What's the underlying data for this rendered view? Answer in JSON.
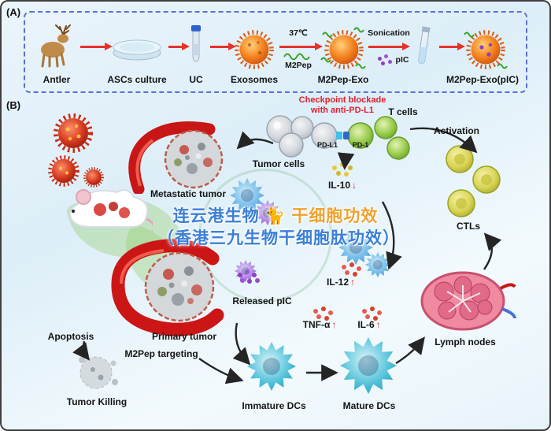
{
  "figure": {
    "panel_a_label": "(A)",
    "panel_b_label": "(B)"
  },
  "panel_a": {
    "steps": [
      {
        "label": "Antler"
      },
      {
        "label": "ASCs culture"
      },
      {
        "label": "UC"
      },
      {
        "label": "Exosomes"
      },
      {
        "label": "M2Pep-Exo"
      },
      {
        "label": "M2Pep-Exo(pIC)"
      }
    ],
    "temperature": "37℃",
    "m2pep": "M2Pep",
    "sonication": "Sonication",
    "pic": "pIC",
    "arrow_color": "#e5342b",
    "border_color": "#5a6fd6"
  },
  "panel_b": {
    "checkpoint_line1": "Checkpoint blockade",
    "checkpoint_line2": "with anti-PD-L1",
    "pdl1": "PD-L1",
    "pd1": "PD-1",
    "t_cells": "T cells",
    "activation": "Activation",
    "tumor_cells": "Tumor cells",
    "metastatic_tumor": "Metastatic tumor",
    "ctls": "CTLs",
    "released_pic": "Released pIC",
    "lymph_nodes": "Lymph nodes",
    "primary_tumor": "Primary tumor",
    "m2pep_targeting": "M2Pep targeting",
    "apoptosis": "Apoptosis",
    "tumor_killing": "Tumor Killing",
    "immature_dcs": "Immature DCs",
    "mature_dcs": "Mature DCs",
    "cytokines": [
      {
        "name": "IL-10",
        "direction": "↓"
      },
      {
        "name": "IL-12",
        "direction": "↑"
      },
      {
        "name": "TNF-α",
        "direction": "↑"
      },
      {
        "name": "IL-6",
        "direction": "↑"
      }
    ],
    "checkpoint_color": "#e01e2e"
  },
  "watermark": {
    "line1_prefix": "连云港生物 ",
    "line1_emoji": "🐈",
    "line1_suffix": " 干细胞功效",
    "line2": "（香港三九生物干细胞肽功效）",
    "blue": "#3b7fd8",
    "orange": "#f0a22e"
  }
}
